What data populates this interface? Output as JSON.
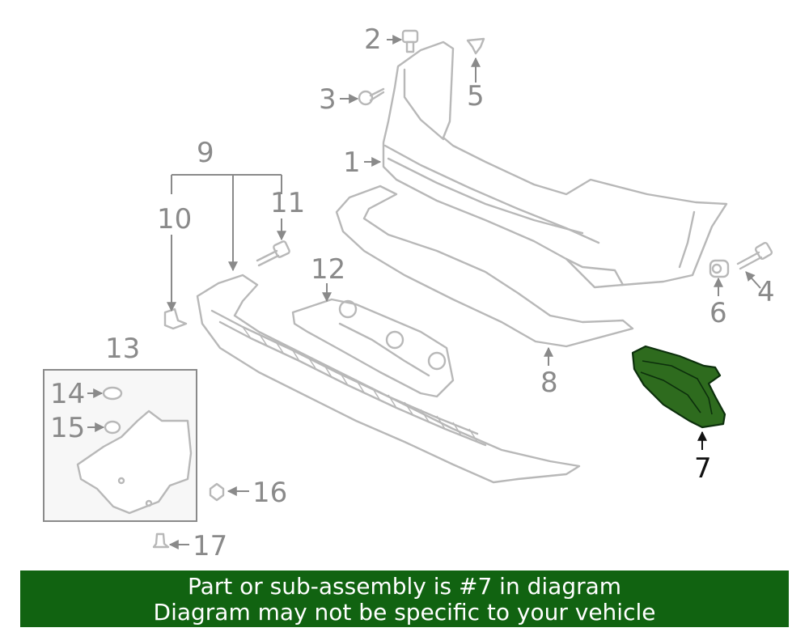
{
  "callouts": {
    "c1": "1",
    "c2": "2",
    "c3": "3",
    "c4": "4",
    "c5": "5",
    "c6": "6",
    "c7": "7",
    "c8": "8",
    "c9": "9",
    "c10": "10",
    "c11": "11",
    "c12": "12",
    "c13": "13",
    "c14": "14",
    "c15": "15",
    "c16": "16",
    "c17": "17"
  },
  "highlight": {
    "part": "7",
    "color": "#2e6b1e"
  },
  "banner": {
    "line1": "Part or sub-assembly is #7 in diagram",
    "line2": "Diagram may not be specific to your vehicle",
    "color": "#116311"
  }
}
